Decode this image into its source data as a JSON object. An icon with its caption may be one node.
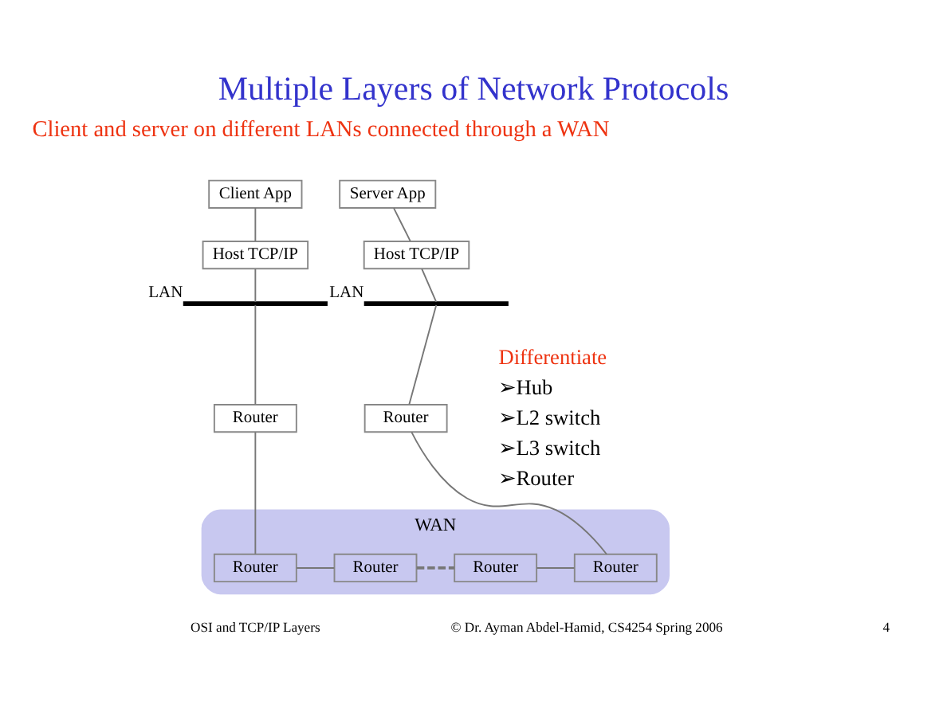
{
  "diagram": {
    "title": "Multiple Layers of Network Protocols",
    "nodes": [
      {
        "text": [
          "Client App"
        ]
      },
      {
        "text": [
          "Host TCP/IP"
        ]
      },
      {
        "text": [],
        "shape": "bar",
        "beside": [
          "LAN"
        ]
      },
      {
        "text": [
          "Router"
        ]
      },
      {
        "text": [
          "WAN"
        ]
      },
      {
        "text": [
          "Router"
        ],
        "in": 4
      },
      {
        "text": [
          "Router"
        ],
        "in": 4
      },
      {
        "text": [
          "Router"
        ],
        "in": 4
      },
      {
        "text": [
          "Router"
        ],
        "in": 4
      },
      {
        "text": [
          "Router"
        ]
      },
      {
        "text": [],
        "shape": "bar",
        "beside": [
          "LAN"
        ]
      },
      {
        "text": [
          "Host TCP/IP"
        ]
      },
      {
        "text": [
          "Server App"
        ]
      }
    ],
    "edges": [
      {
        "from": 0,
        "to": 1,
        "arrow": "none"
      },
      {
        "from": 1,
        "to": 2,
        "arrow": "none"
      },
      {
        "from": 2,
        "to": 3,
        "arrow": "none"
      },
      {
        "from": 3,
        "to": 5,
        "arrow": "none"
      },
      {
        "from": 5,
        "to": 6,
        "arrow": "none"
      },
      {
        "from": 6,
        "to": 7,
        "arrow": "none",
        "style": "dashed"
      },
      {
        "from": 7,
        "to": 8,
        "arrow": "none"
      },
      {
        "from": 8,
        "to": 9,
        "arrow": "none"
      },
      {
        "from": 9,
        "to": 10,
        "arrow": "none"
      },
      {
        "from": 10,
        "to": 11,
        "arrow": "none"
      },
      {
        "from": 11,
        "to": 12,
        "arrow": "none"
      }
    ],
    "labels": [
      "Client and server on different LANs connected through a WAN",
      "Differentiate",
      "➢Hub",
      "➢L2 switch",
      "➢L3 switch",
      "➢Router",
      "OSI and TCP/IP Layers",
      "© Dr. Ayman Abdel-Hamid, CS4254 Spring 2006",
      "4"
    ]
  }
}
